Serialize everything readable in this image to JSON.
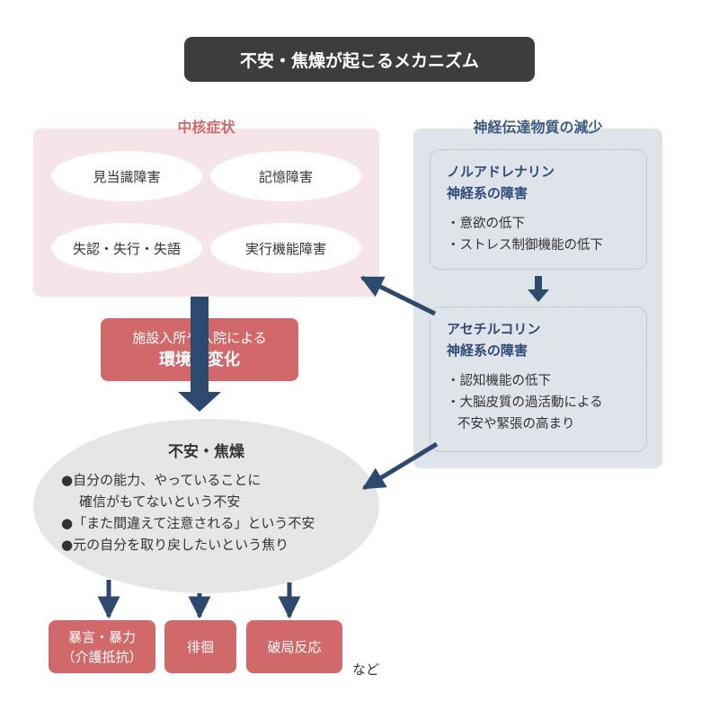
{
  "title": "不安・焦燥が起こるメカニズム",
  "core_symptoms": {
    "heading": "中核症状",
    "items": [
      "見当識障害",
      "記憶障害",
      "失認・失行・失語",
      "実行機能障害"
    ]
  },
  "neurotransmitter": {
    "heading": "神経伝達物質の減少",
    "noradrenaline": {
      "title_1": "ノルアドレナリン",
      "title_2": "神経系の障害",
      "items": [
        "・意欲の低下",
        "・ストレス制御機能の低下"
      ]
    },
    "acetylcholine": {
      "title_1": "アセチルコリン",
      "title_2": "神経系の障害",
      "item_1": "・認知機能の低下",
      "item_2_line1": "・大脳皮質の過活動による",
      "item_2_line2": "不安や緊張の高まり"
    }
  },
  "environment": {
    "line1": "施設入所や入院による",
    "line2": "環境の変化"
  },
  "anxiety": {
    "title": "不安・焦燥",
    "item_1_line1": "●自分の能力、やっていることに",
    "item_1_line2": "確信がもてないという不安",
    "item_2": "●「また間違えて注意される」という不安",
    "item_3": "●元の自分を取り戻したいという焦り"
  },
  "outcomes": {
    "violence_line1": "暴言・暴力",
    "violence_line2": "（介護抵抗）",
    "wandering": "徘徊",
    "catastrophic": "破局反応",
    "etc": "など"
  },
  "colors": {
    "title_bg": "#3d3d3d",
    "accent_red": "#d1686a",
    "core_panel_bg": "#f5e4e8",
    "neuro_panel_bg": "#dfe3ea",
    "arrow_navy": "#2d4a6e",
    "anxiety_bg": "#e6e6e6"
  }
}
